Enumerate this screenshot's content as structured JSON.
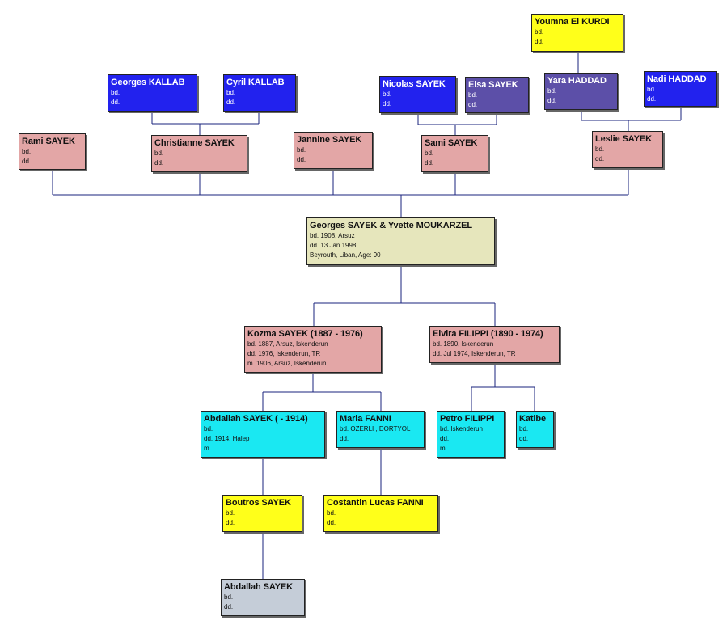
{
  "colors": {
    "blue": "#2222ee",
    "purple": "#5c4fa8",
    "pink": "#e3a6a6",
    "beige": "#e6e6bc",
    "cyan": "#1ae8f2",
    "yellow": "#ffff1a",
    "grey": "#c5cdd8",
    "line": "#1a237e"
  },
  "people": {
    "youmna": {
      "name": "Youmna El KURDI",
      "lines": [
        "bd.",
        "dd."
      ]
    },
    "georges_kallab": {
      "name": "Georges KALLAB",
      "lines": [
        "bd.",
        "dd."
      ]
    },
    "cyril_kallab": {
      "name": "Cyril KALLAB",
      "lines": [
        "bd.",
        "dd."
      ]
    },
    "nicolas_sayek": {
      "name": "Nicolas SAYEK",
      "lines": [
        "bd.",
        "dd."
      ]
    },
    "elsa_sayek": {
      "name": "Elsa SAYEK",
      "lines": [
        "bd.",
        "dd."
      ]
    },
    "yara_haddad": {
      "name": "Yara HADDAD",
      "lines": [
        "bd.",
        "dd."
      ]
    },
    "nadi_haddad": {
      "name": "Nadi HADDAD",
      "lines": [
        "bd.",
        "dd."
      ]
    },
    "rami_sayek": {
      "name": "Rami SAYEK",
      "lines": [
        "bd.",
        "dd."
      ]
    },
    "christianne_sayek": {
      "name": "Christianne SAYEK",
      "lines": [
        "bd.",
        "dd."
      ]
    },
    "jannine_sayek": {
      "name": "Jannine SAYEK",
      "lines": [
        "bd.",
        "dd."
      ]
    },
    "sami_sayek": {
      "name": "Sami SAYEK",
      "lines": [
        "bd.",
        "dd."
      ]
    },
    "leslie_sayek": {
      "name": "Leslie SAYEK",
      "lines": [
        "bd.",
        "dd."
      ]
    },
    "georges_yvette": {
      "name": "Georges SAYEK & Yvette MOUKARZEL",
      "lines": [
        "bd. 1908, Arsuz",
        "dd. 13 Jan 1998,",
        "Beyrouth, Liban, Age: 90"
      ]
    },
    "kozma_sayek": {
      "name": "Kozma SAYEK (1887 - 1976)",
      "lines": [
        "bd. 1887, Arsuz, Iskenderun",
        "dd. 1976, Iskenderun, TR",
        "m. 1906, Arsuz, Iskenderun"
      ]
    },
    "elvira_filippi": {
      "name": "Elvira FILIPPI (1890 - 1974)",
      "lines": [
        "bd. 1890, Iskenderun",
        "dd. Jul 1974, Iskenderun, TR"
      ]
    },
    "abdallah_sayek_1914": {
      "name": "Abdallah SAYEK ( - 1914)",
      "lines": [
        "bd.",
        "dd. 1914, Halep",
        "m."
      ]
    },
    "maria_fanni": {
      "name": "Maria FANNI",
      "lines": [
        "bd. OZERLI , DORTYOL",
        "dd."
      ]
    },
    "petro_filippi": {
      "name": "Petro FILIPPI",
      "lines": [
        "bd. Iskenderun",
        "dd.",
        "m."
      ]
    },
    "katibe": {
      "name": "Katibe",
      "lines": [
        "bd.",
        "dd."
      ]
    },
    "boutros_sayek": {
      "name": "Boutros SAYEK",
      "lines": [
        "bd.",
        "dd."
      ]
    },
    "costantin_fanni": {
      "name": "Costantin Lucas FANNI",
      "lines": [
        "bd.",
        "dd."
      ]
    },
    "abdallah_sayek": {
      "name": "Abdallah SAYEK",
      "lines": [
        "bd.",
        "dd."
      ]
    }
  }
}
